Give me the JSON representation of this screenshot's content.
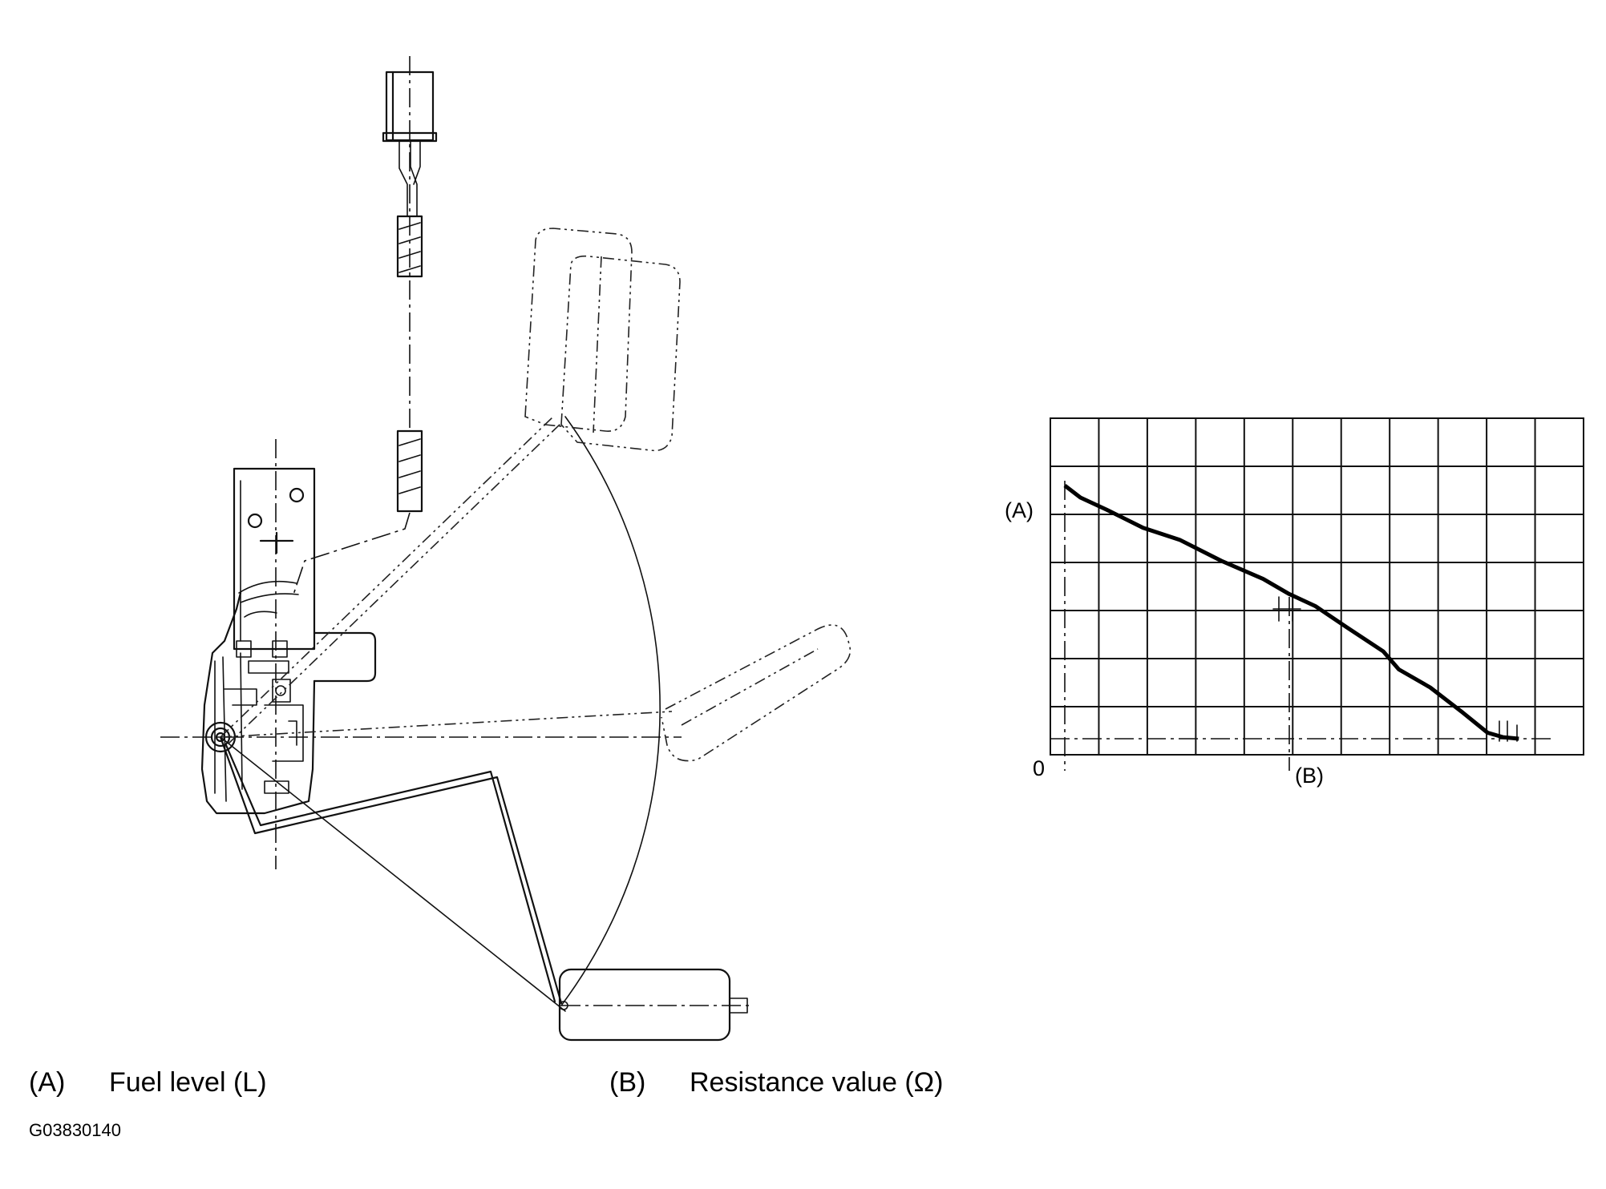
{
  "graph": {
    "y_label": "(A)",
    "x_label": "(B)",
    "origin_label": "0"
  },
  "legend": [
    {
      "key": "(A)",
      "text": "Fuel level (L)"
    },
    {
      "key": "(B)",
      "text": "Resistance value (Ω)"
    }
  ],
  "figure_code": "G03830140",
  "chart_data": {
    "type": "line",
    "xlabel": "(B)",
    "ylabel": "(A)",
    "x": [
      0.0,
      0.03,
      0.08,
      0.15,
      0.22,
      0.3,
      0.38,
      0.43,
      0.48,
      0.54,
      0.61,
      0.64,
      0.7,
      0.76,
      0.81,
      0.84,
      0.87
    ],
    "y": [
      0.84,
      0.8,
      0.76,
      0.7,
      0.66,
      0.59,
      0.53,
      0.48,
      0.44,
      0.37,
      0.29,
      0.23,
      0.17,
      0.09,
      0.02,
      0.005,
      0.0
    ],
    "grid": true
  }
}
